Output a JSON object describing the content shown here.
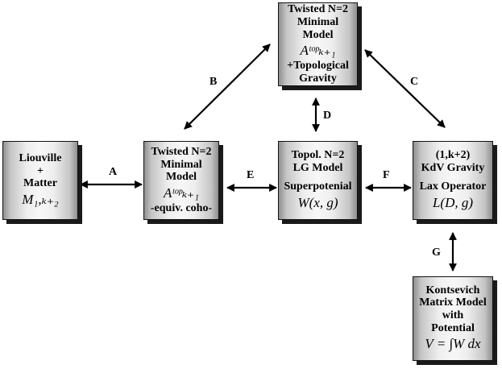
{
  "nodes": {
    "liouville": {
      "l1": "Liouville",
      "l2": "+",
      "l3": "Matter",
      "math": "M₁,ₖ₊₂"
    },
    "twisted": {
      "l1": "Twisted N=2",
      "l2": "Minimal",
      "l3": "Model",
      "math": "Aᵗᵒᵖₖ₊₁",
      "l4": "-equiv. coho-"
    },
    "top": {
      "l1": "Twisted N=2",
      "l2": "Minimal",
      "l3": "Model",
      "math": "Aᵗᵒᵖₖ₊₁",
      "l4": "+Topological",
      "l5": "Gravity"
    },
    "lg": {
      "l1": "Topol. N=2",
      "l2": "LG Model",
      "l3": "Superpotenial",
      "math": "W(x, g)"
    },
    "kdv": {
      "l1": "(1,k+2)",
      "l2": "KdV Gravity",
      "l3": "Lax Operator",
      "math": "L(D, g)"
    },
    "kontsevich": {
      "l1": "Kontsevich",
      "l2": "Matrix Model",
      "l3": "with",
      "l4": "Potential",
      "math": "V = ∫W dx"
    }
  },
  "edges": {
    "A": "A",
    "B": "B",
    "C": "C",
    "D": "D",
    "E": "E",
    "F": "F",
    "G": "G"
  }
}
